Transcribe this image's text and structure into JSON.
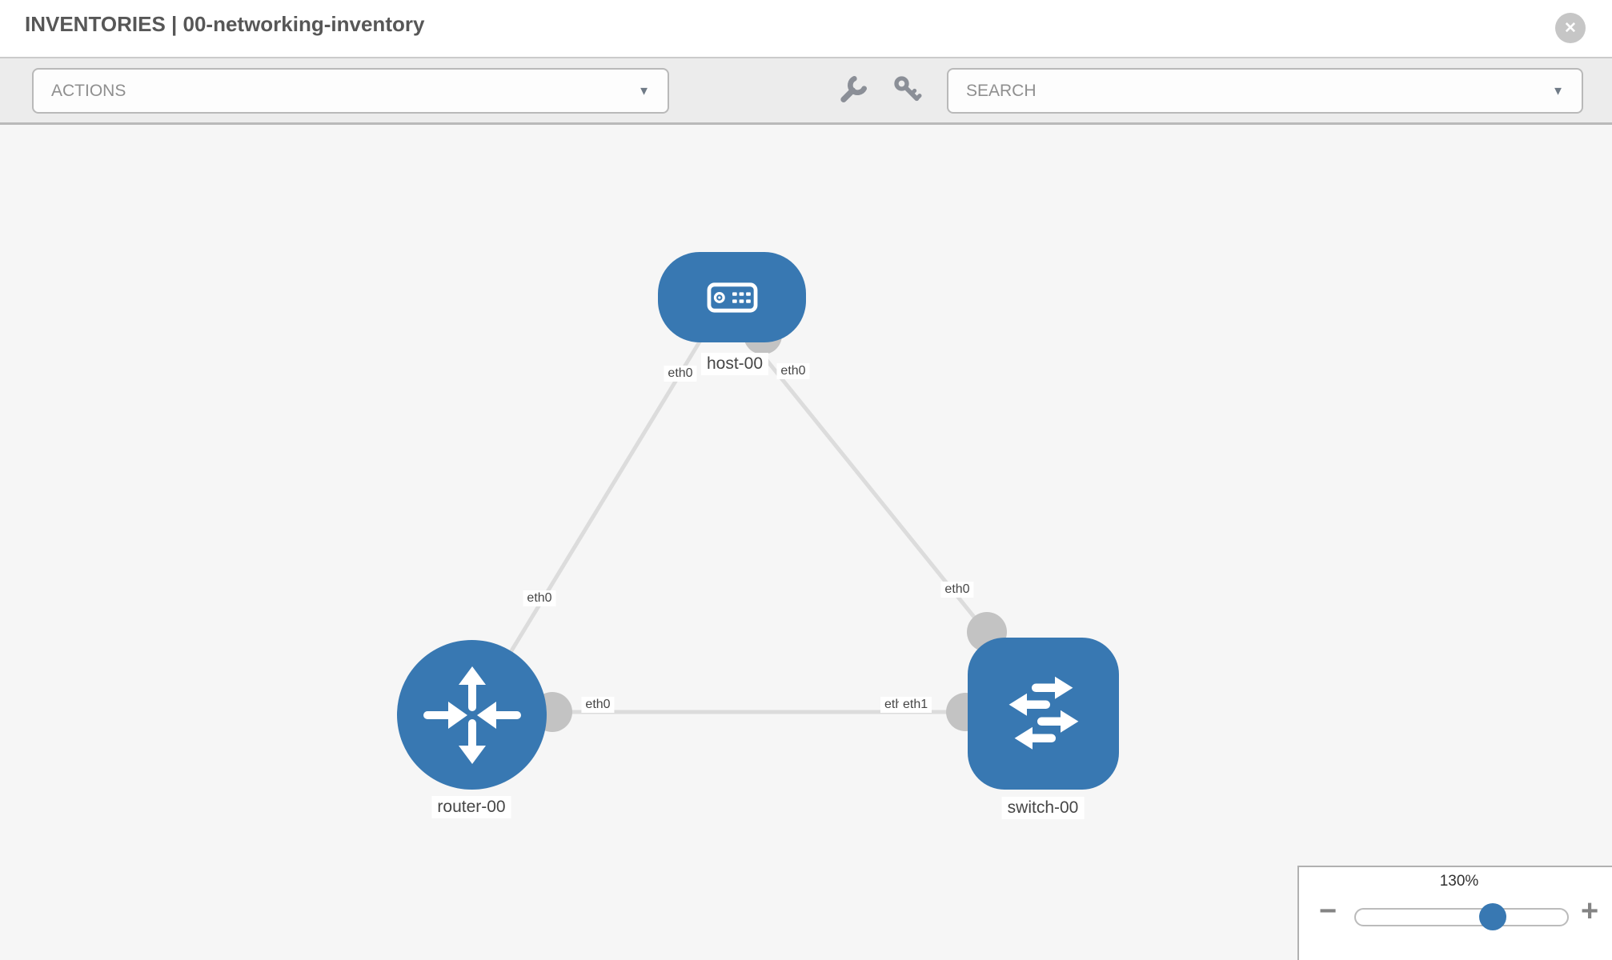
{
  "header": {
    "title": "INVENTORIES | 00-networking-inventory"
  },
  "toolbar": {
    "actions": {
      "placeholder": "ACTIONS"
    },
    "search": {
      "placeholder": "SEARCH"
    }
  },
  "icons": {
    "close": "✕",
    "caret_down": "▼",
    "wrench": "wrench",
    "key": "key",
    "zoom_out": "−",
    "zoom_in": "+"
  },
  "diagram": {
    "nodes": [
      {
        "id": "host-00",
        "label": "host-00",
        "type": "host"
      },
      {
        "id": "router-00",
        "label": "router-00",
        "type": "router"
      },
      {
        "id": "switch-00",
        "label": "switch-00",
        "type": "switch"
      }
    ],
    "links": [
      {
        "source": "host-00",
        "source_interface": "eth0",
        "target": "router-00",
        "target_interface": "eth0"
      },
      {
        "source": "host-00",
        "source_interface": "eth0",
        "target": "switch-00",
        "target_interface": "eth0"
      },
      {
        "source": "router-00",
        "source_interface": "eth0",
        "target": "switch-00",
        "target_interface": "eth1"
      }
    ],
    "interface_labels": [
      "eth0",
      "eth0",
      "eth0",
      "eth0",
      "eth0",
      "eth0",
      "eth1"
    ],
    "colors": {
      "node_fill": "#3878b2",
      "link": "#dcdcdc",
      "connector": "#c3c3c3",
      "canvas_bg": "#f6f6f6"
    }
  },
  "zoom_control": {
    "level": "130%"
  }
}
